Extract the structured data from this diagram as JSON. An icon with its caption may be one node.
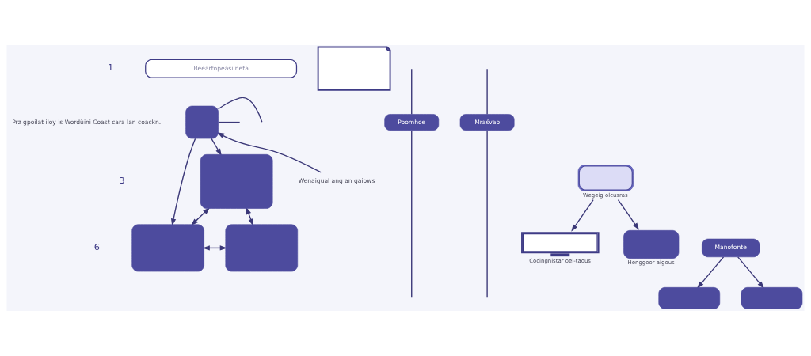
{
  "diagram": {
    "nodes": [
      {
        "text": [
          "Beeartopeasi neta"
        ]
      },
      {
        "text": [],
        "shape": "box"
      },
      {
        "text": [
          "Wenaigual ang an gaiows"
        ]
      },
      {
        "text": [],
        "shape": "box"
      },
      {
        "text": [],
        "shape": "box"
      },
      {
        "text": [],
        "shape": "box"
      },
      {
        "text": [],
        "shape": "picture"
      },
      {
        "text": [
          "Poomhoe"
        ]
      },
      {
        "text": [
          "Mraśvao"
        ]
      },
      {
        "text": [],
        "shape": "picture",
        "beside": [
          "Cocingnistar oel-taous"
        ]
      },
      {
        "text": [],
        "shape": "picture",
        "beside": [
          "Wegeig olcusras"
        ]
      },
      {
        "text": [],
        "shape": "person",
        "beside": [
          "Henggoor aigous"
        ]
      },
      {
        "text": [
          "Manofonte"
        ]
      },
      {
        "text": [],
        "shape": "box"
      },
      {
        "text": [],
        "shape": "box"
      }
    ],
    "edges": [
      {
        "from": 1,
        "to": null,
        "arrow": "none"
      },
      {
        "from": 1,
        "to": null,
        "arrow": "none"
      },
      {
        "from": 2,
        "to": 1,
        "arrow": "to"
      },
      {
        "from": 3,
        "to": 4,
        "arrow": "both"
      },
      {
        "from": 1,
        "to": 3,
        "arrow": "to"
      },
      {
        "from": 1,
        "to": 4,
        "arrow": "to"
      },
      {
        "from": 3,
        "to": 5,
        "arrow": "both"
      },
      {
        "from": 4,
        "to": 5,
        "arrow": "both"
      },
      {
        "from": null,
        "to": 7,
        "arrow": "none"
      },
      {
        "from": null,
        "to": 8,
        "arrow": "none"
      },
      {
        "from": 7,
        "to": null,
        "arrow": "none"
      },
      {
        "from": 8,
        "to": null,
        "arrow": "none"
      },
      {
        "from": 10,
        "to": 9,
        "arrow": "to"
      },
      {
        "from": 10,
        "to": 11,
        "arrow": "to"
      },
      {
        "from": 12,
        "to": 13,
        "arrow": "to"
      },
      {
        "from": 12,
        "to": 14,
        "arrow": "to"
      }
    ],
    "labels": [
      "1",
      "Prz gpoilat iloy ls Wordùini Coast cara lan coackn.",
      "3",
      "6"
    ]
  }
}
